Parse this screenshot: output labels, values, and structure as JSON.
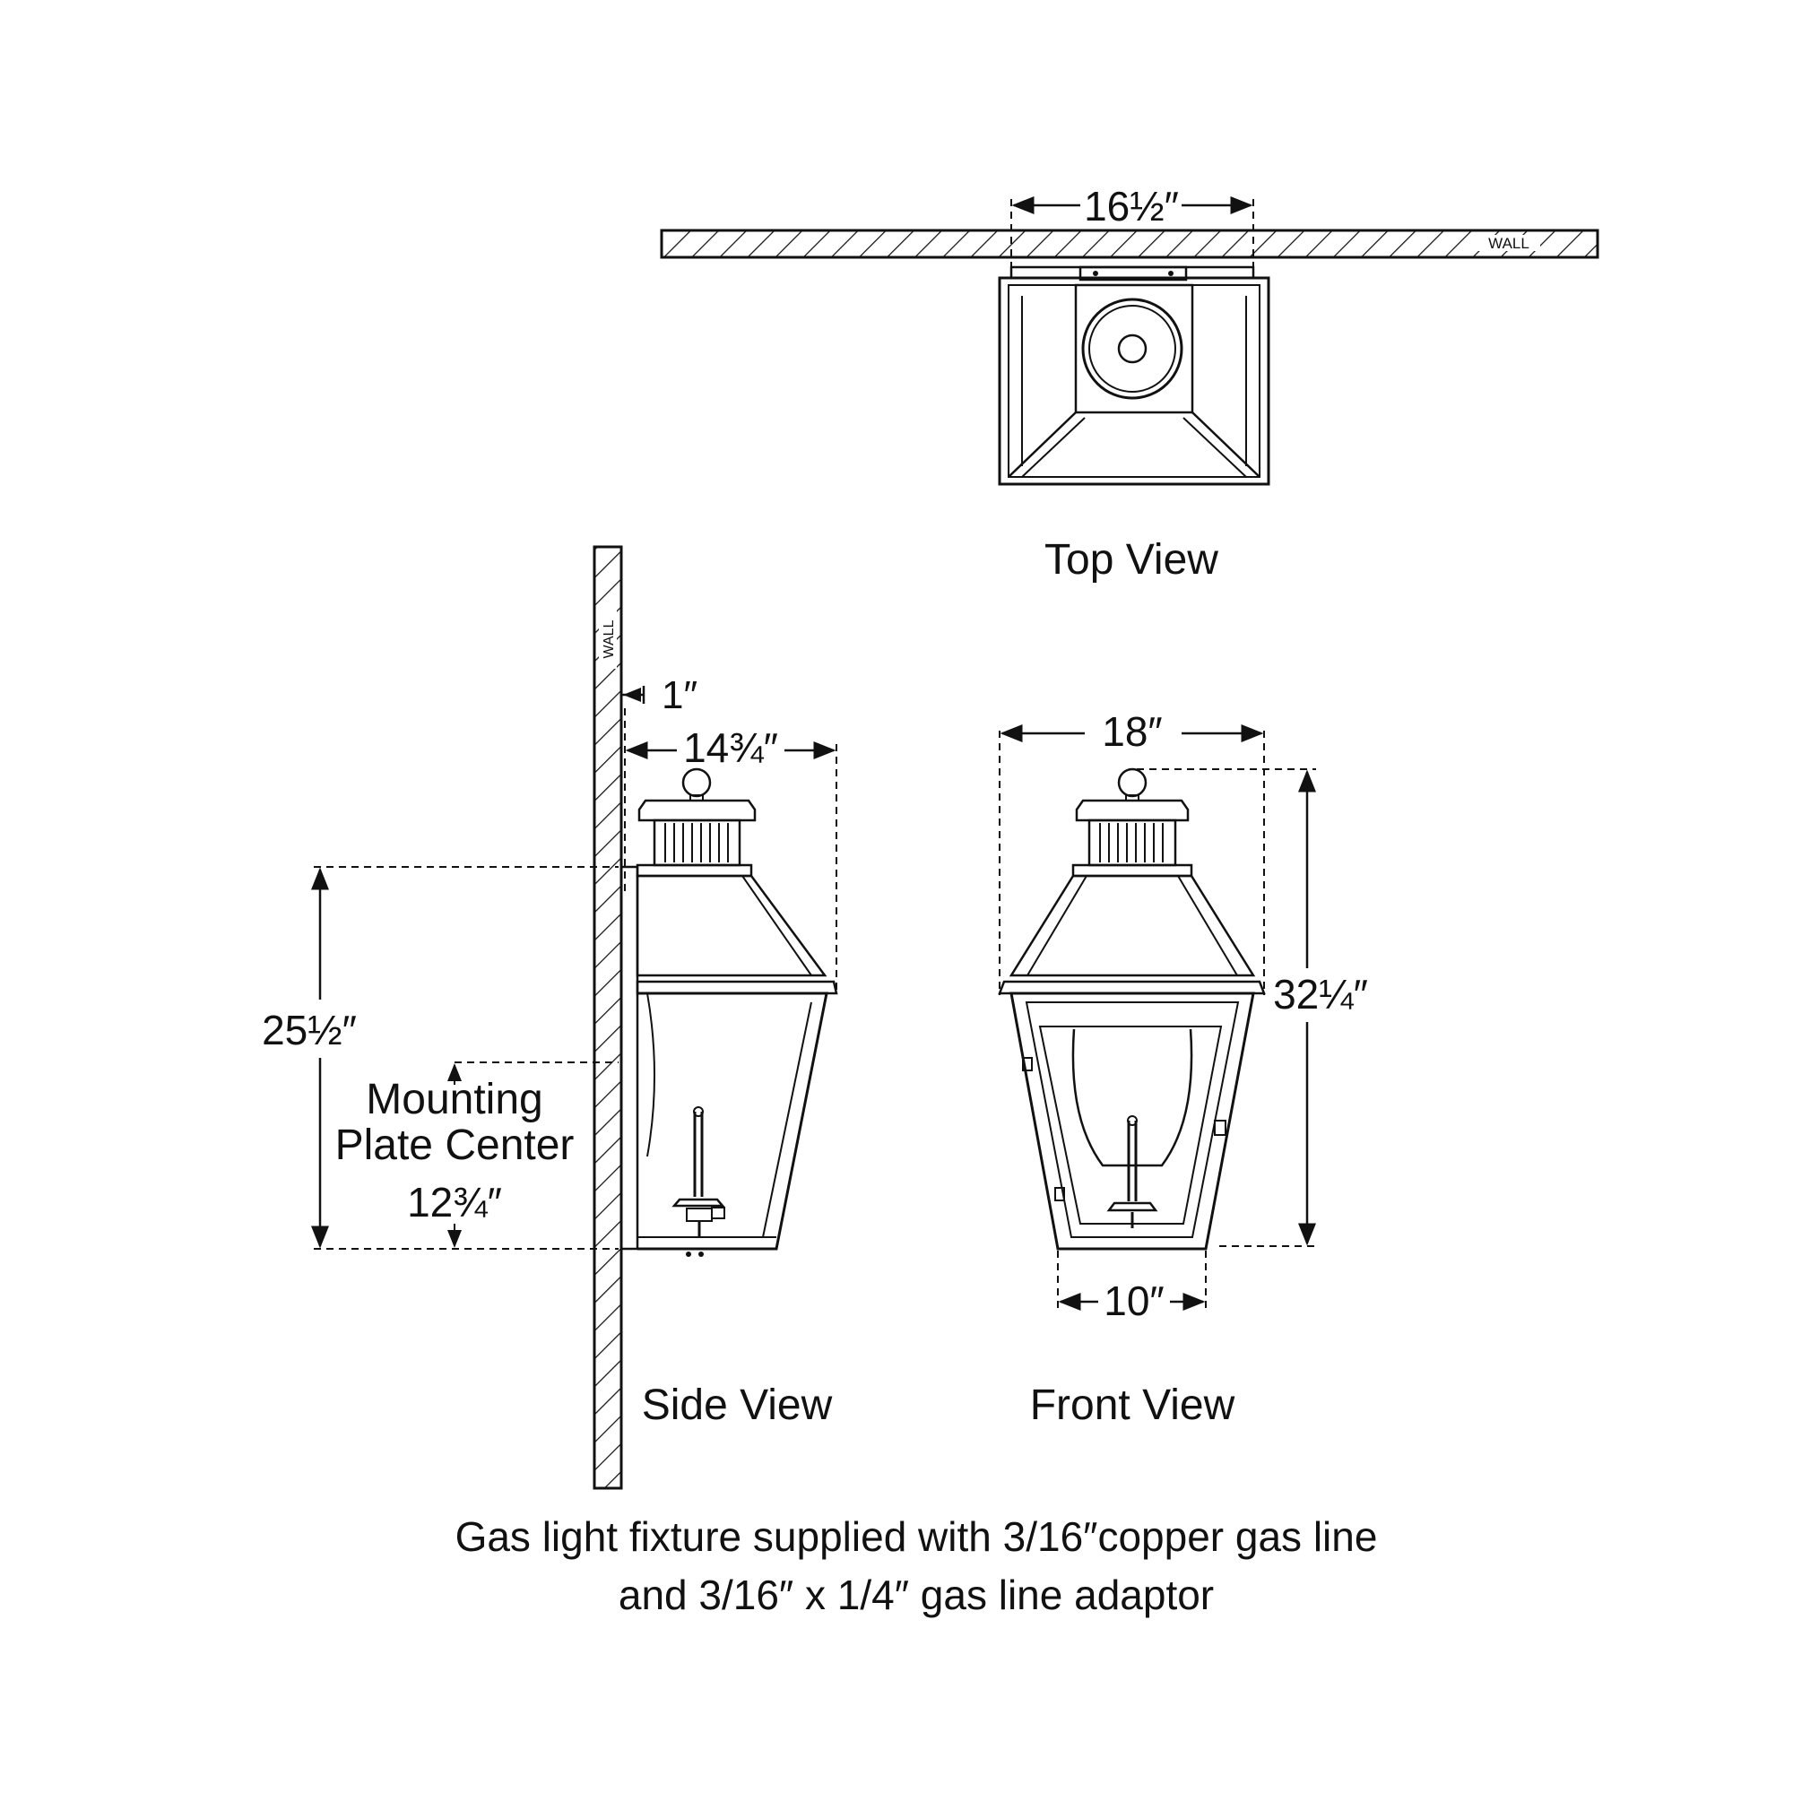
{
  "top_view": {
    "label": "Top View",
    "wall_label": "WALL",
    "dim_width": "16½″"
  },
  "side_view": {
    "label": "Side View",
    "wall_label": "WALL",
    "dim_offset": "1″",
    "dim_extension": "14¾″",
    "dim_height_to_top_of_body": "25½″",
    "mounting_label_line1": "Mounting",
    "mounting_label_line2": "Plate Center",
    "dim_mounting_center": "12¾″"
  },
  "front_view": {
    "label": "Front View",
    "dim_width": "18″",
    "dim_height": "32¼″",
    "dim_base_width": "10″"
  },
  "note": {
    "line1": "Gas light fixture supplied with 3/16″copper gas line",
    "line2": "and 3/16″ x 1/4″ gas line adaptor"
  },
  "colors": {
    "line": "#111111",
    "background": "#ffffff"
  }
}
